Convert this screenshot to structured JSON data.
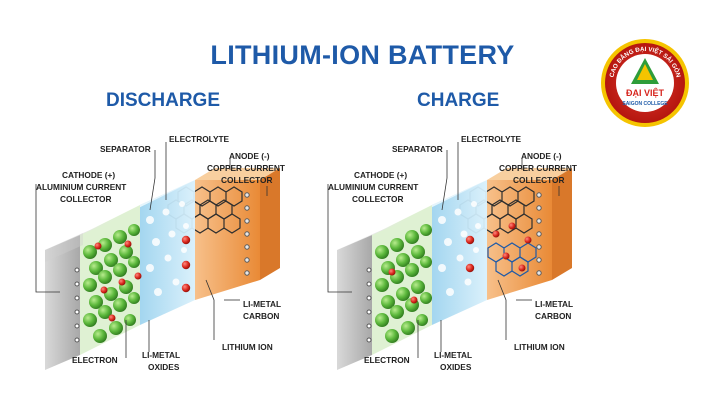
{
  "title": "LITHIUM-ION BATTERY",
  "panels": {
    "discharge": {
      "heading": "DISCHARGE",
      "labels": {
        "separator": "SEPARATOR",
        "electrolyte": "ELECTROLYTE",
        "anode": "ANODE (-)",
        "copper_1": "COPPER CURRENT",
        "copper_2": "COLLECTOR",
        "cathode": "CATHODE (+)",
        "aluminium_1": "ALUMINIUM CURRENT",
        "aluminium_2": "COLLECTOR",
        "li_metal": "LI-METAL",
        "carbon": "CARBON",
        "lithium_ion": "LITHIUM ION",
        "electron": "ELECTRON",
        "li_metal_2": "LI-METAL",
        "oxides": "OXIDES"
      }
    },
    "charge": {
      "heading": "CHARGE",
      "labels": {
        "separator": "SEPARATOR",
        "electrolyte": "ELECTROLYTE",
        "anode": "ANODE (-)",
        "copper_1": "COPPER CURRENT",
        "copper_2": "COLLECTOR",
        "cathode": "CATHODE (+)",
        "aluminium_1": "ALUMINIUM CURRENT",
        "aluminium_2": "COLLECTOR",
        "li_metal": "LI-METAL",
        "carbon": "CARBON",
        "lithium_ion": "LITHIUM ION",
        "electron": "ELECTRON",
        "li_metal_2": "LI-METAL",
        "oxides": "OXIDES"
      }
    }
  },
  "logo": {
    "ring_text": "CAO ĐẲNG ĐẠI VIỆT SÀI GÒN",
    "name": "ĐẠI VIỆT",
    "subtitle": "SAIGON COLLEGE"
  },
  "colors": {
    "title": "#1e5aa8",
    "cathode_green": "#5cb83c",
    "lithium_red": "#d9261c",
    "separator_blue": "#bfe3f5",
    "anode_orange": "#f2a65a",
    "collector_gray": "#bdbdbd",
    "logo_red": "#d7261e",
    "logo_gold": "#f5c400"
  }
}
